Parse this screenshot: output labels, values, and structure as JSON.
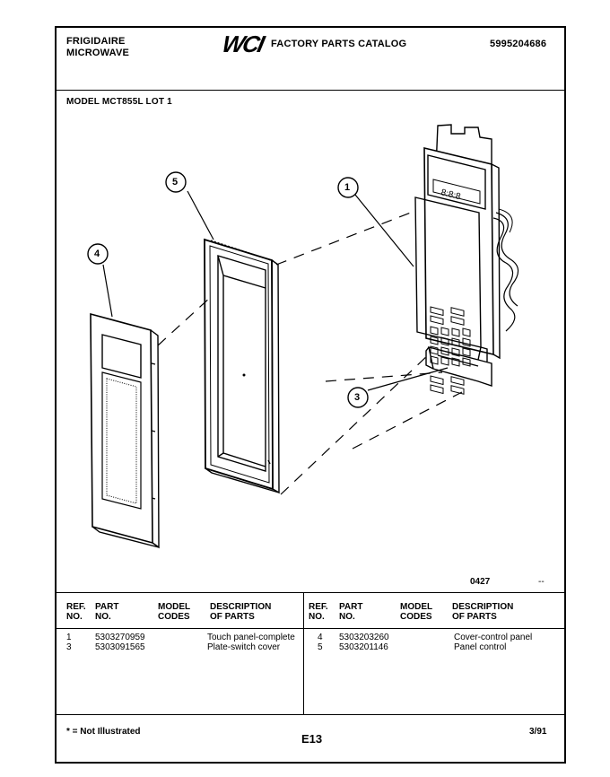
{
  "header": {
    "brand_line1": "FRIGIDAIRE",
    "brand_line2": "MICROWAVE",
    "logo_text": "WCI",
    "catalog_title": "FACTORY PARTS CATALOG",
    "catalog_number": "5995204686",
    "model_line": "MODEL MCT855L LOT 1"
  },
  "diagram": {
    "callouts": [
      "1",
      "3",
      "4",
      "5"
    ],
    "figure_number": "0427",
    "figure_mark": "--"
  },
  "table": {
    "left_headers": {
      "ref": [
        "REF.",
        "NO."
      ],
      "part": [
        "PART",
        "NO."
      ],
      "model": [
        "MODEL",
        "CODES"
      ],
      "desc": [
        "DESCRIPTION",
        "OF PARTS"
      ]
    },
    "right_headers": {
      "ref": [
        "REF.",
        "NO."
      ],
      "part": [
        "PART",
        "NO."
      ],
      "model": [
        "MODEL",
        "CODES"
      ],
      "desc": [
        "DESCRIPTION",
        "OF PARTS"
      ]
    },
    "left_rows": [
      {
        "ref": "1",
        "part": "5303270959",
        "model": "",
        "desc": "Touch panel-complete"
      },
      {
        "ref": "3",
        "part": "5303091565",
        "model": "",
        "desc": "Plate-switch cover"
      }
    ],
    "right_rows": [
      {
        "ref": "4",
        "part": "5303203260",
        "model": "",
        "desc": "Cover-control panel"
      },
      {
        "ref": "5",
        "part": "5303201146",
        "model": "",
        "desc": "Panel control"
      }
    ]
  },
  "footer": {
    "note": "* = Not Illustrated",
    "page": "E13",
    "date": "3/91"
  }
}
